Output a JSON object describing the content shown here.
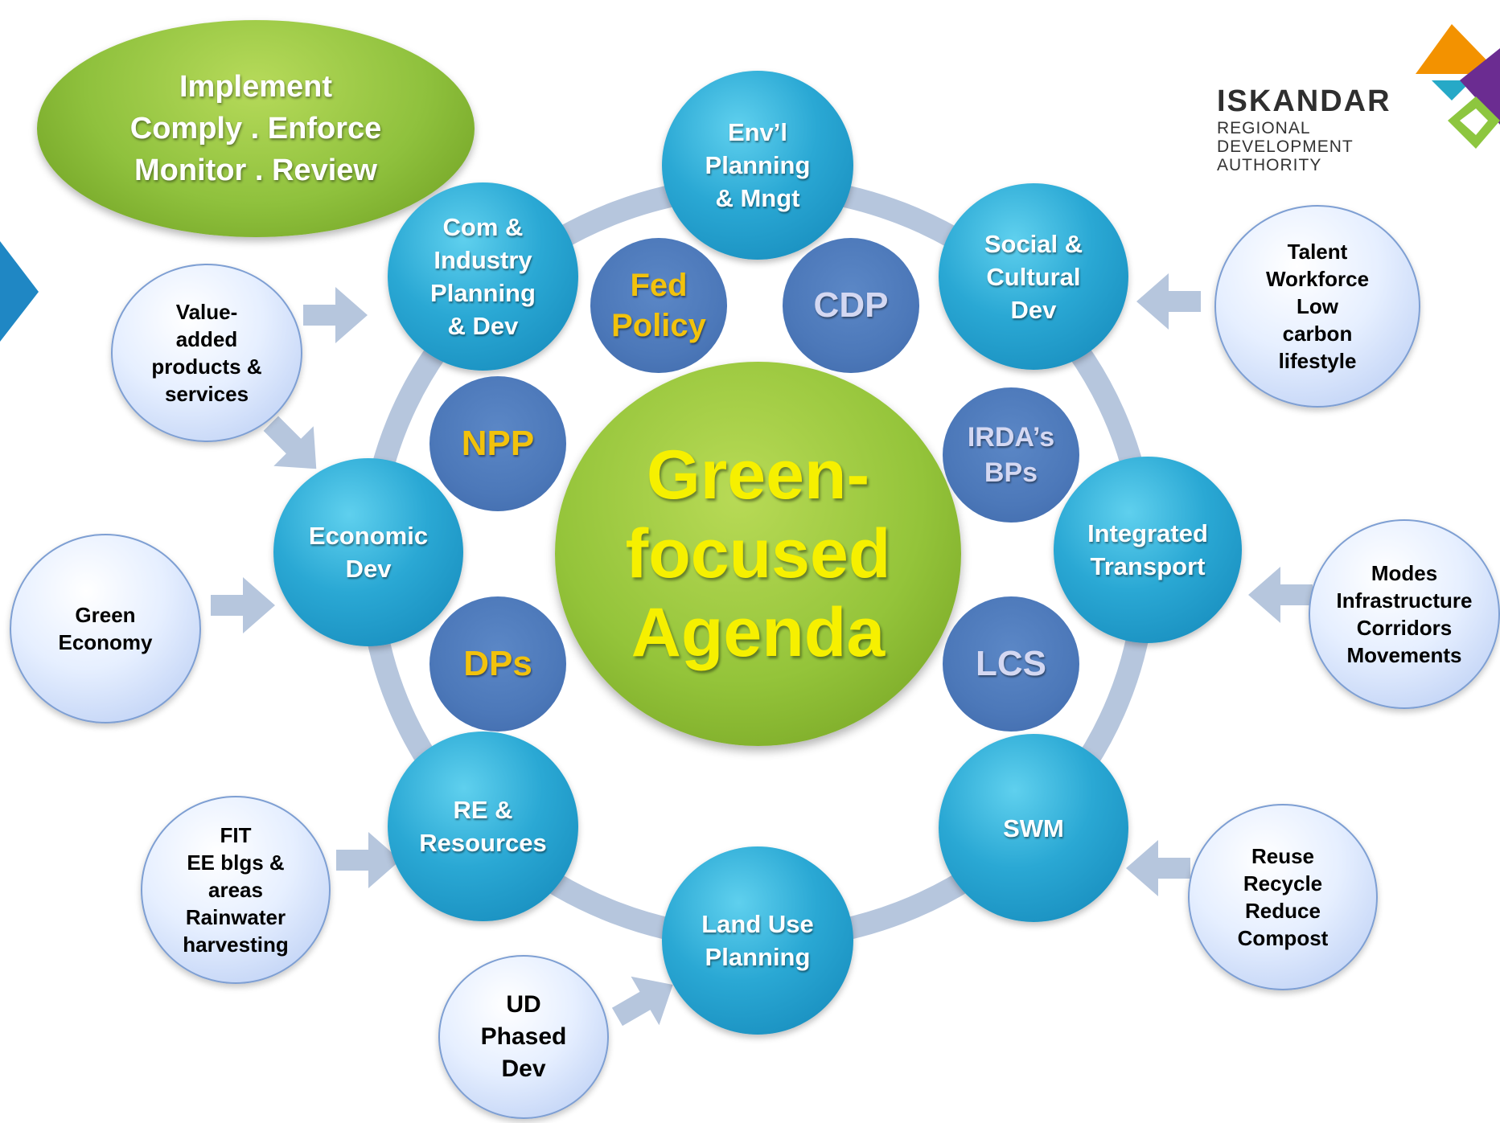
{
  "banner": {
    "lines": "Implement\nComply . Enforce\nMonitor . Review"
  },
  "logo": {
    "name": "ISKANDAR",
    "subtitle": "REGIONAL\nDEVELOPMENT\nAUTHORITY",
    "colors": [
      "#f39200",
      "#26a9c7",
      "#6b2c91",
      "#8dc63f"
    ]
  },
  "center": {
    "text": "Green-\nfocused\nAgenda"
  },
  "ring_nodes": [
    {
      "id": "envl",
      "label": "Env’l\nPlanning\n& Mngt"
    },
    {
      "id": "social",
      "label": "Social &\nCultural\nDev"
    },
    {
      "id": "transport",
      "label": "Integrated\nTransport"
    },
    {
      "id": "swm",
      "label": "SWM"
    },
    {
      "id": "landuse",
      "label": "Land Use\nPlanning"
    },
    {
      "id": "re",
      "label": "RE &\nResources"
    },
    {
      "id": "economic",
      "label": "Economic\nDev"
    },
    {
      "id": "com",
      "label": "Com &\nIndustry\nPlanning\n& Dev"
    }
  ],
  "policy_nodes": [
    {
      "id": "fed",
      "label": "Fed\nPolicy",
      "color": "#f2c20c"
    },
    {
      "id": "cdp",
      "label": "CDP",
      "color": "#d4d8f2"
    },
    {
      "id": "irda",
      "label": "IRDA’s\nBPs",
      "color": "#d4d8f2"
    },
    {
      "id": "lcs",
      "label": "LCS",
      "color": "#d4d8f2"
    },
    {
      "id": "dps",
      "label": "DPs",
      "color": "#f2c20c"
    },
    {
      "id": "npp",
      "label": "NPP",
      "color": "#f2c20c"
    }
  ],
  "input_nodes": [
    {
      "id": "talent",
      "label": "Talent\nWorkforce\nLow\ncarbon\nlifestyle"
    },
    {
      "id": "modes",
      "label": "Modes\nInfrastructure\nCorridors\nMovements"
    },
    {
      "id": "reuse",
      "label": "Reuse\nRecycle\nReduce\nCompost"
    },
    {
      "id": "ud",
      "label": "UD\nPhased\nDev"
    },
    {
      "id": "fit",
      "label": "FIT\nEE blgs &\nareas\nRainwater\nharvesting"
    },
    {
      "id": "green",
      "label": "Green\nEconomy"
    },
    {
      "id": "value",
      "label": "Value-\nadded\nproducts &\nservices"
    }
  ]
}
